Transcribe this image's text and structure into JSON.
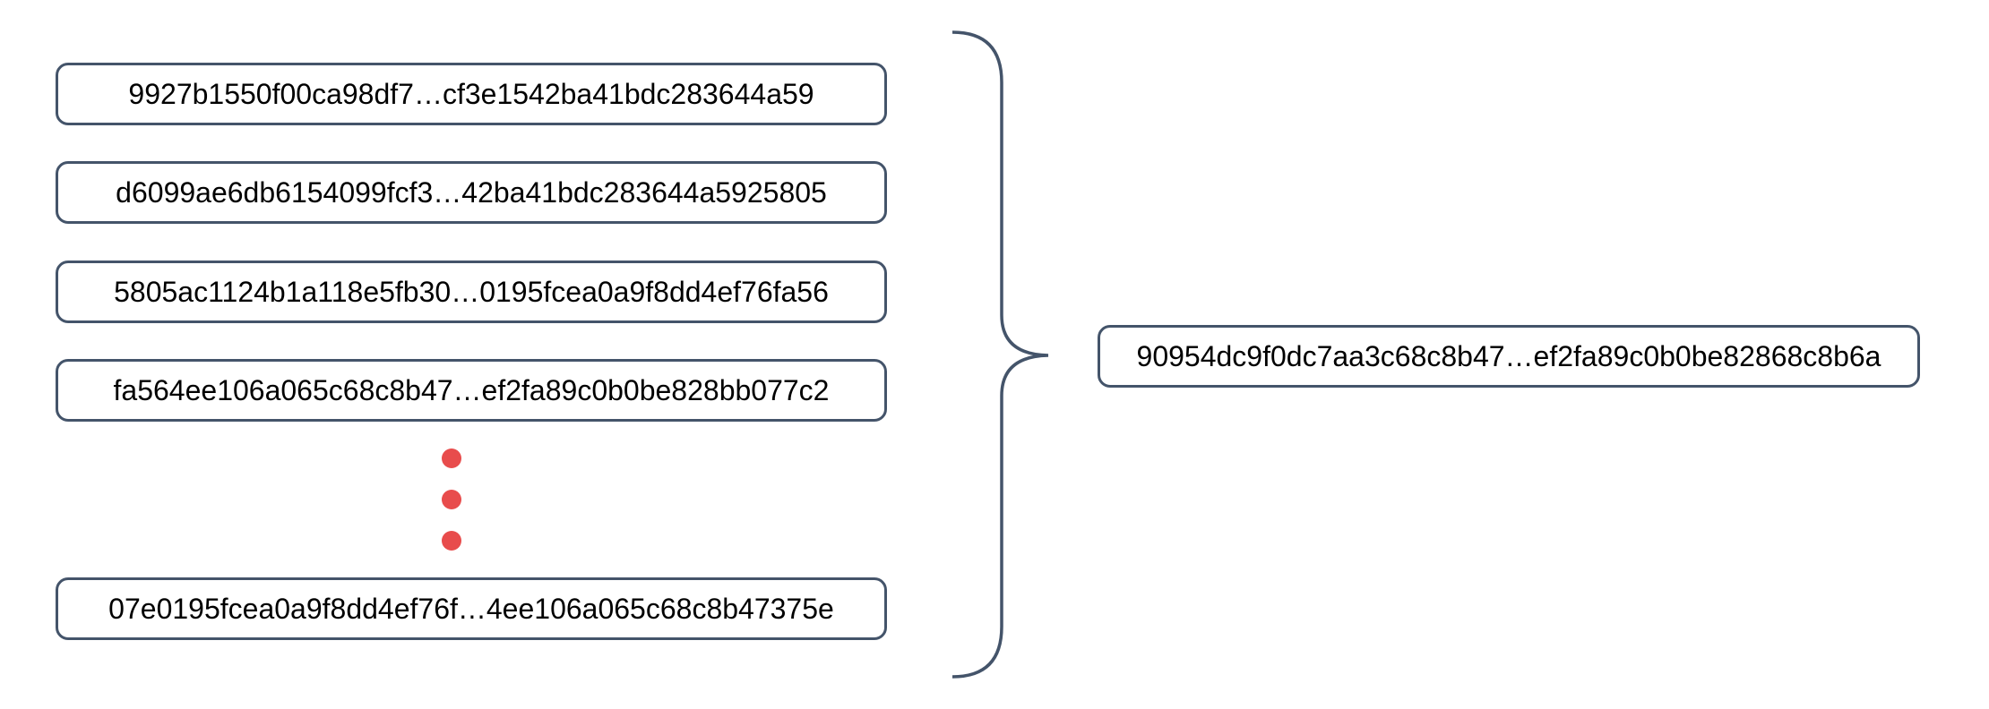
{
  "colors": {
    "background": "#FFFFFF",
    "border": "#44546A",
    "text": "#000000",
    "dot": "#E84C4C"
  },
  "diagram": {
    "input_blocks": [
      {
        "text": "9927b1550f00ca98df7…cf3e1542ba41bdc283644a59"
      },
      {
        "text": "d6099ae6db6154099fcf3…42ba41bdc283644a5925805"
      },
      {
        "text": "5805ac1124b1a118e5fb30…0195fcea0a9f8dd4ef76fa56"
      },
      {
        "text": "fa564ee106a065c68c8b47…ef2fa89c0b0be828bb077c2"
      },
      {
        "text": "07e0195fcea0a9f8dd4ef76f…4ee106a065c68c8b47375e"
      }
    ],
    "ellipsis": {
      "dot_count": 3
    },
    "brace": {
      "shape": "right-curly-brace"
    },
    "output_block": {
      "text": "90954dc9f0dc7aa3c68c8b47…ef2fa89c0b0be82868c8b6a"
    }
  }
}
